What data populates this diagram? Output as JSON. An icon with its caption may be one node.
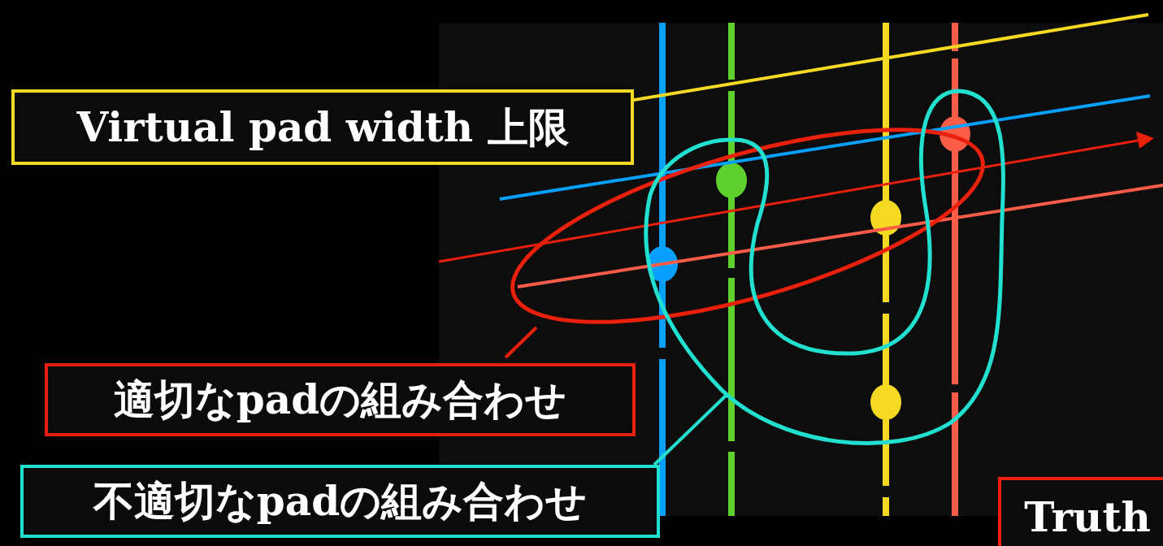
{
  "diagram": {
    "nodes": [
      {
        "text": [
          "Virtual pad width 上限"
        ]
      },
      {
        "text": [
          "適切なpadの組み合わせ"
        ]
      },
      {
        "text": [
          "不適切なpadの組み合わせ"
        ]
      },
      {
        "text": [
          "Truth"
        ]
      },
      {
        "text": [],
        "shape": "ellipse"
      },
      {
        "text": [],
        "shape": "loop"
      }
    ],
    "edges": [
      {
        "from": 1,
        "to": 4,
        "arrow": "none",
        "color": "#e8200c"
      },
      {
        "from": 2,
        "to": 5,
        "arrow": "none",
        "color": "#22e0cf"
      }
    ]
  }
}
